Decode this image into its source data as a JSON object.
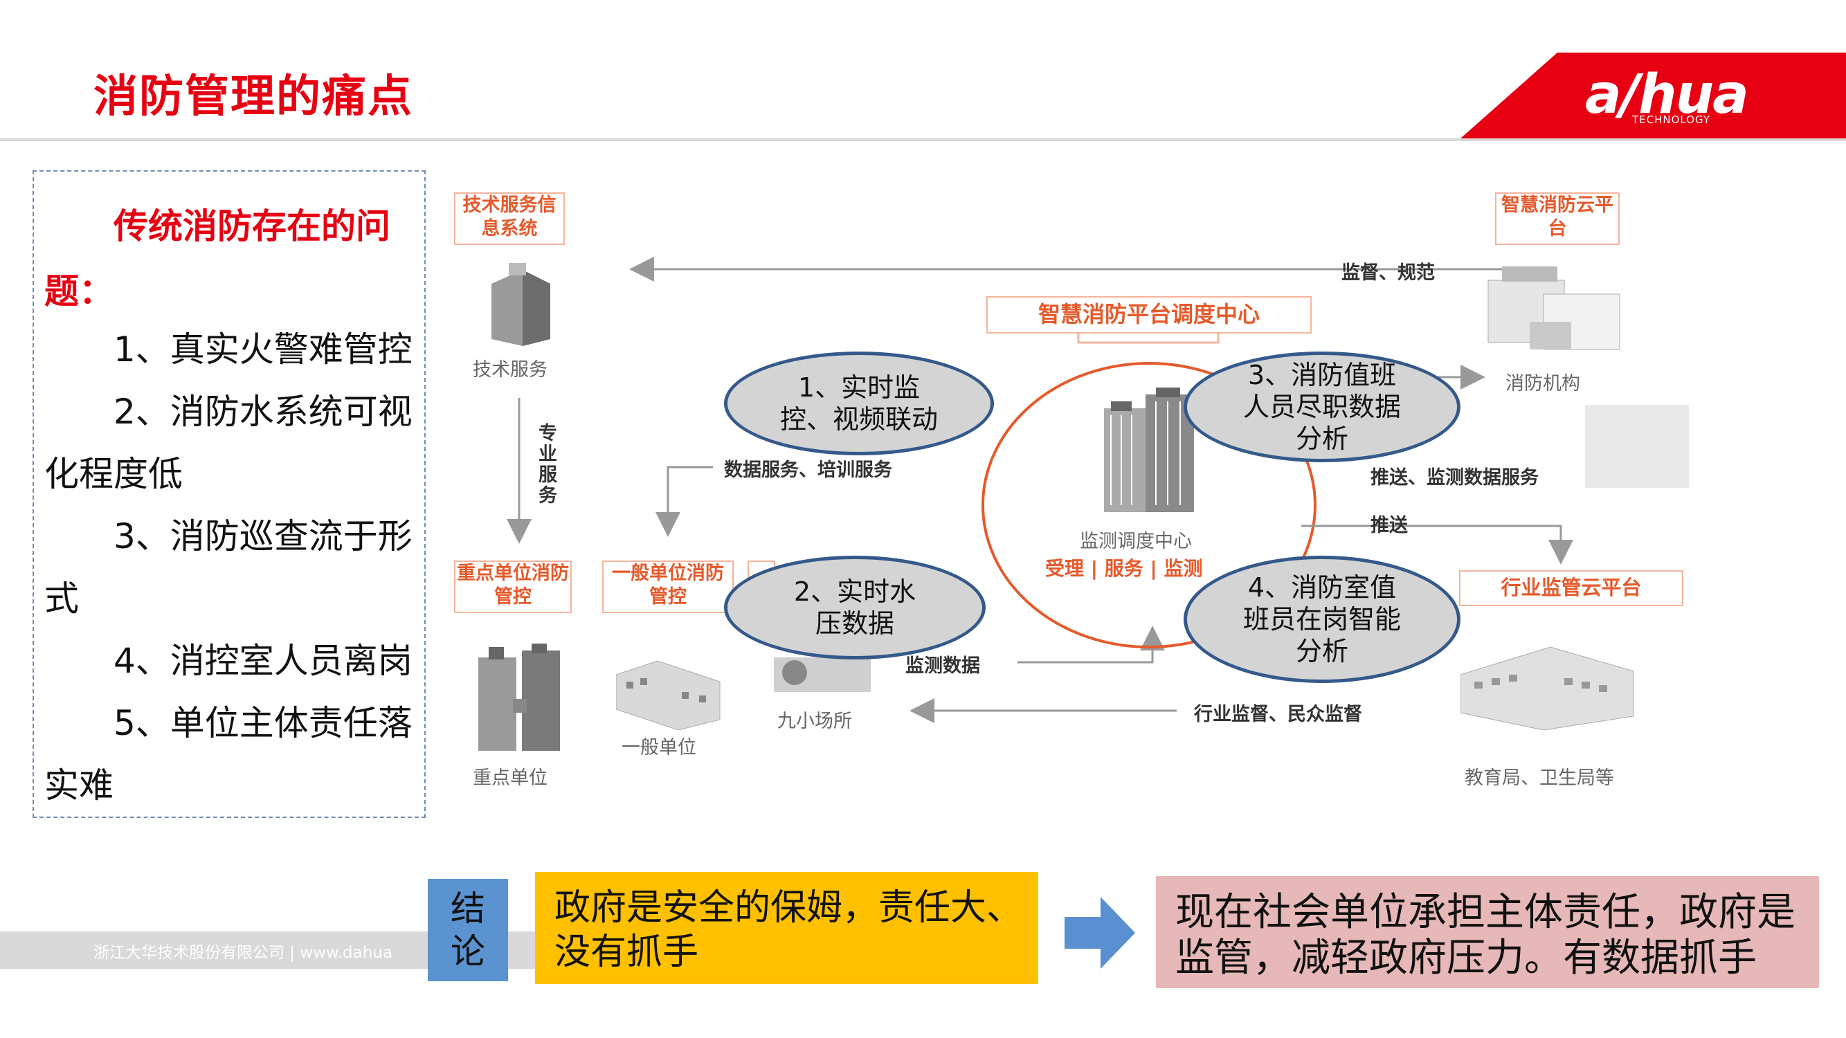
{
  "header": {
    "title": "消防管理的痛点",
    "logo_text": "a/hua",
    "logo_sub": "TECHNOLOGY"
  },
  "left_panel": {
    "heading": "传统消防存在的问题：",
    "items": [
      "1、真实火警难管控",
      "2、消防水系统可视化程度低",
      "3、消防巡查流于形式",
      "4、消控室人员离岗",
      "5、单位主体责任落实难"
    ]
  },
  "diagram": {
    "tech_service_box": "技术服务信息系统",
    "tech_service_caption": "技术服务",
    "smart_cloud_box": "智慧消防云平台",
    "fire_agency_caption": "消防机构",
    "center_box": "智慧消防平台调度中心",
    "center_caption": "监测调度中心",
    "center_services": "受理 | 服务 | 监测",
    "key_unit_box": "重点单位消防管控",
    "key_unit_caption": "重点单位",
    "general_unit_box": "一般单位消防管控",
    "general_unit_caption": "一般单位",
    "nine_small_caption": "九小场所",
    "industry_box": "行业监管云平台",
    "industry_caption": "教育局、卫生局等",
    "arrow_supervise": "监督、规范",
    "arrow_professional": "专业服务",
    "arrow_data_training": "数据服务、培训服务",
    "arrow_push_monitor": "推送、监测数据服务",
    "arrow_push": "推送",
    "arrow_monitor_data": "监测数据",
    "arrow_industry_public": "行业监督、民众监督",
    "ellipses": [
      "1、实时监控、视频联动",
      "2、实时水压数据",
      "3、消防值班人员尽职数据分析",
      "4、消防室值班员在岗智能分析"
    ]
  },
  "conclusion": {
    "label": "结论",
    "government_now": "政府是安全的保姆，责任大、没有抓手",
    "future": "现在社会单位承担主体责任，政府是监管，减轻政府压力。有数据抓手"
  },
  "footer": {
    "company": "浙江大华技术股份有限公司 | www.dahua"
  },
  "colors": {
    "brand_red": "#e60012",
    "ellipse_border": "#34598a",
    "conclusion_blue": "#5a93d0",
    "conclusion_yellow": "#ffc000",
    "conclusion_pink": "#e6b8b7"
  },
  "icons": [
    "building-icon",
    "fire-truck-icon",
    "arrow-right-icon"
  ]
}
